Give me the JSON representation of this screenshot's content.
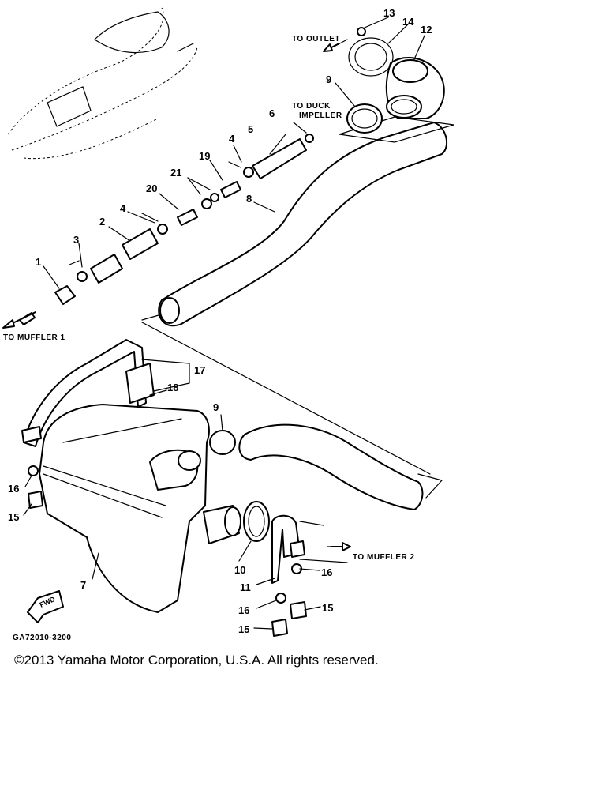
{
  "diagram": {
    "callouts": [
      "13",
      "14",
      "12",
      "9",
      "6",
      "5",
      "4",
      "19",
      "21",
      "20",
      "4",
      "2",
      "3",
      "1",
      "8",
      "17",
      "18",
      "9",
      "16",
      "15",
      "7",
      "10",
      "11",
      "16",
      "16",
      "15",
      "15"
    ],
    "directions": {
      "to_outlet": "TO OUTLET",
      "to_duct_impeller_1": "TO DUCK",
      "to_duct_impeller_2": "IMPELLER",
      "to_muffler_1": "TO MUFFLER 1",
      "to_muffler_2": "TO MUFFLER 2"
    },
    "fwd_label": "FWD",
    "reference_code": "GA72010-3200"
  },
  "footer": {
    "copyright": "©2013 Yamaha Motor Corporation, U.S.A. All rights reserved."
  }
}
